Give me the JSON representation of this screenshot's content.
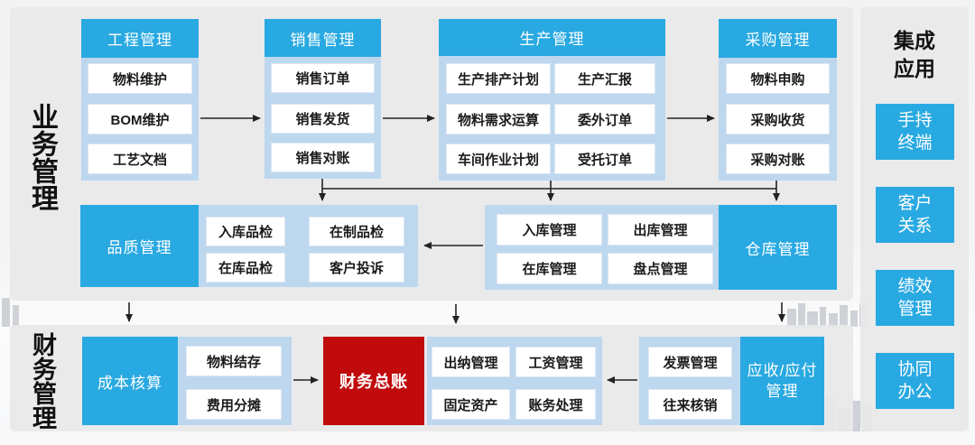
{
  "sections": {
    "business_label": "业务管理",
    "finance_label": "财务管理"
  },
  "engineering": {
    "title": "工程管理",
    "items": [
      "物料维护",
      "BOM维护",
      "工艺文档"
    ]
  },
  "sales": {
    "title": "销售管理",
    "items": [
      "销售订单",
      "销售发货",
      "销售对账"
    ]
  },
  "production": {
    "title": "生产管理",
    "col1": [
      "生产排产计划",
      "物料需求运算",
      "车间作业计划"
    ],
    "col2": [
      "生产汇报",
      "委外订单",
      "受托订单"
    ]
  },
  "purchasing": {
    "title": "采购管理",
    "items": [
      "物料申购",
      "采购收货",
      "采购对账"
    ]
  },
  "quality": {
    "title": "品质管理",
    "items": [
      "入库品检",
      "在制品检",
      "在库品检",
      "客户投诉"
    ]
  },
  "warehouse": {
    "title": "仓库管理",
    "items": [
      "入库管理",
      "出库管理",
      "在库管理",
      "盘点管理"
    ]
  },
  "cost": {
    "title": "成本核算",
    "items": [
      "物料结存",
      "费用分摊"
    ]
  },
  "ledger": {
    "title": "财务总账"
  },
  "treasury": {
    "items": [
      "出纳管理",
      "工资管理",
      "固定资产",
      "账务处理"
    ]
  },
  "receivables": {
    "title": "应收/应付\n管理",
    "items": [
      "发票管理",
      "往来核销"
    ]
  },
  "integration": {
    "title": "集成\n应用",
    "items": [
      "手持\n终端",
      "客户\n关系",
      "绩效\n管理",
      "协同\n办公"
    ]
  },
  "colors": {
    "accent_blue": "#29a9e1",
    "container_blue": "#bdd7ee",
    "ledger_red": "#c00a0c",
    "panel_gray": "#e8e8ea",
    "arrow_black": "#222222"
  }
}
